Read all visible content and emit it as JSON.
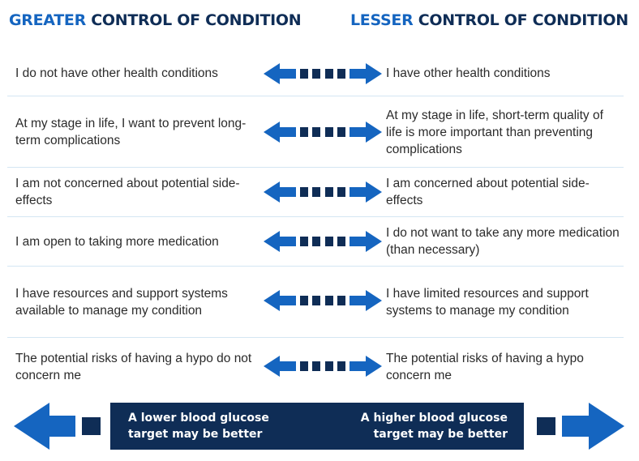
{
  "headers": {
    "left": {
      "accent": "GREATER",
      "rest": " CONTROL OF CONDITION"
    },
    "right": {
      "accent": "LESSER",
      "rest": " CONTROL OF CONDITION"
    }
  },
  "colors": {
    "navy": "#0f2d56",
    "blue": "#1565c0",
    "separator": "#d4e6f3"
  },
  "rows": [
    {
      "left": "I do not have other health conditions",
      "right": "I have other health conditions"
    },
    {
      "left": "At my stage in life, I want to prevent long-term complications",
      "right": "At my stage in life, short-term quality of life is more important than preventing complications"
    },
    {
      "left": "I am not concerned about potential side-effects",
      "right": "I am concerned about potential side-effects"
    },
    {
      "left": "I am open to taking more medication",
      "right": "I do not want to take any more medication (than necessary)"
    },
    {
      "left": "I have resources and support systems available to manage my condition",
      "right": "I have limited resources and support systems to manage my condition"
    },
    {
      "left": "The potential risks of having a hypo do not concern me",
      "right": "The potential risks of having a hypo concern me"
    }
  ],
  "banner": {
    "left_line1": "A lower blood glucose",
    "left_line2": "target may be better",
    "right_line1": "A higher blood glucose",
    "right_line2": "target may be better"
  }
}
